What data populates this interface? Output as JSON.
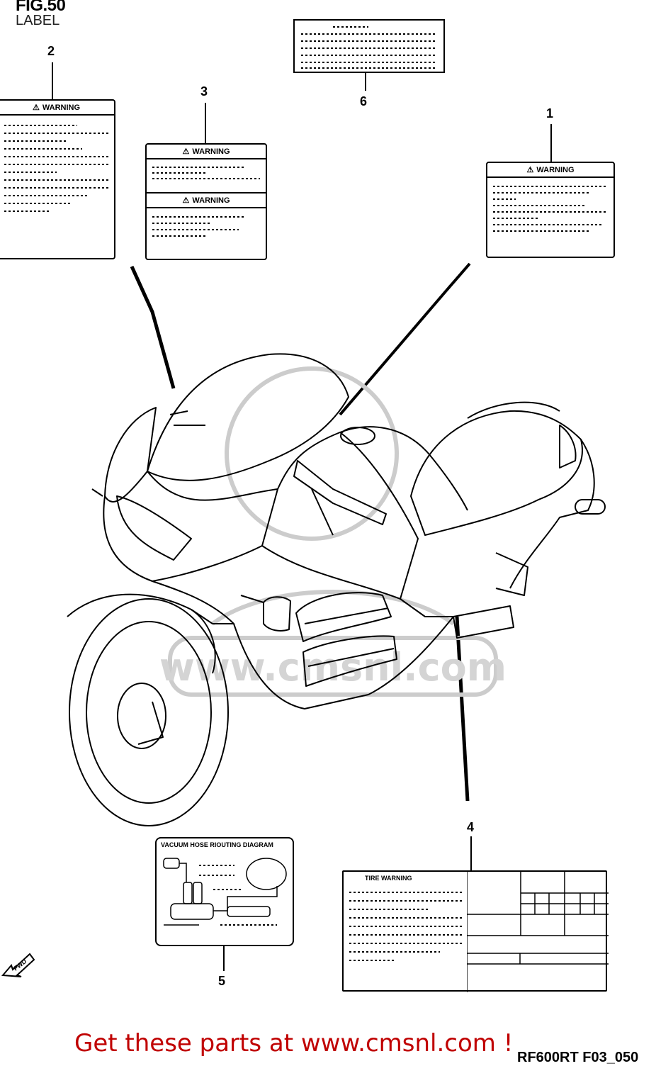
{
  "figure": {
    "title": "FIG.50",
    "subtitle": "LABEL"
  },
  "callouts": [
    "1",
    "2",
    "3",
    "4",
    "5",
    "6"
  ],
  "labels": {
    "l1_header": "WARNING",
    "l2_header": "WARNING",
    "l3_header_top": "WARNING",
    "l3_header_bottom": "WARNING",
    "l4_header": "TIRE WARNING",
    "l5_header": "VACUUM HOSE RIOUTING DIAGRAM"
  },
  "watermark": "www.cmsnl.com",
  "fwd_label": "FWD",
  "footer": "Get these parts at www.cmsnl.com !",
  "drawing_code": "RF600RT F03_050"
}
